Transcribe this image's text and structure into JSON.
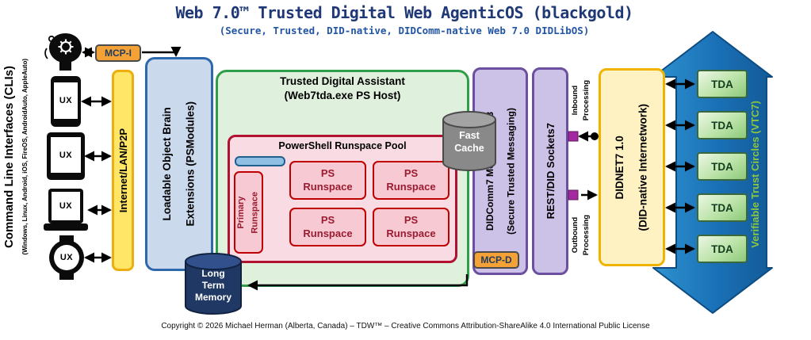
{
  "header": {
    "title": "Web 7.0™ Trusted Digital Web AgenticOS (blackgold)",
    "subtitle": "(Secure, Trusted, DID-native, DIDComm-native Web 7.0 DIDLibOS)"
  },
  "cli": {
    "heading": "Command Line Interfaces (CLIs)",
    "subheading": "(Windows, Linux, Android, iOS, FireOS, AndroidAuto, AppleAuto)",
    "ux_label": "UX"
  },
  "badges": {
    "mcp_i": "MCP-I",
    "mcp_d": "MCP-D"
  },
  "network_bar": {
    "label": "Internet/LAN/P2P"
  },
  "brain_extensions": {
    "label": "Loadable Object Brain\nExtensions (PSModules)"
  },
  "assistant": {
    "title": "Trusted Digital Assistant\n(Web7tda.exe PS Host)",
    "pool": {
      "title": "PowerShell Runspace Pool",
      "primary_runspace": "Primary\nRunspace",
      "runspaces": [
        "PS\nRunspace",
        "PS\nRunspace",
        "PS\nRunspace",
        "PS\nRunspace"
      ]
    }
  },
  "storage": {
    "fast_cache": "Fast\nCache",
    "long_term_memory": "Long\nTerm\nMemory"
  },
  "messaging": {
    "didcomm": "DIDComm7 Messaging 1.3\n(Secure Trusted Messaging)",
    "sockets": "REST/DID Sockets7",
    "inbound": "Inbound\nProcessing",
    "outbound": "Outbound\nProcessing"
  },
  "didnet": {
    "label": "DIDNET7 1.0\n(DID-native Internetwork)"
  },
  "vtc": {
    "label": "Verifiable Trust Circles (VTC7)",
    "tda_nodes": [
      "TDA",
      "TDA",
      "TDA",
      "TDA",
      "TDA"
    ]
  },
  "footer": {
    "copyright": "Copyright © 2026 Michael Herman (Alberta, Canada) – TDW™ – Creative Commons Attribution-ShareAlike 4.0 International Public License"
  },
  "colors": {
    "title_blue": "#1F3876",
    "accent_orange": "#F4A236",
    "bar_yellow": "#FFE666",
    "box_blue": "#CBD9ED",
    "box_green": "#DFF0DC",
    "pool_pink": "#F9DCE3",
    "runspace_pink": "#F6C9D3",
    "runspace_red": "#C00000",
    "box_purple": "#CCC1E6",
    "box_gold": "#FFF2C2",
    "arrow_blue": "#1B72B8",
    "tda_green": "#8CC979",
    "vtc_text_green": "#8DC63F",
    "port_magenta": "#A429A0"
  }
}
